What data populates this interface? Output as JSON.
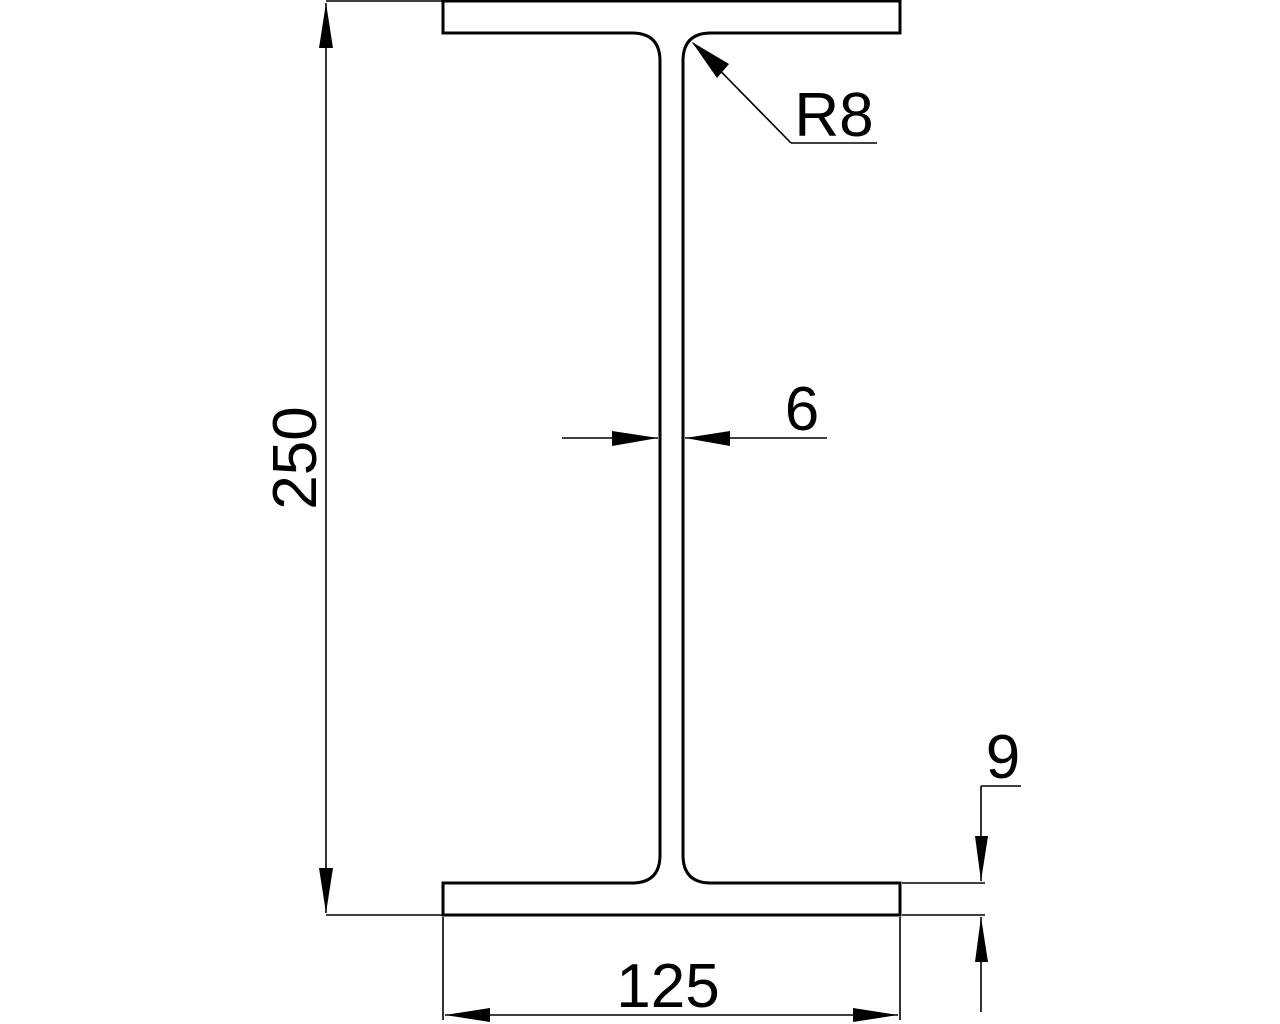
{
  "drawing": {
    "title": "I-beam cross-section",
    "colors": {
      "background": "#ffffff",
      "line": "#000000"
    },
    "dimensions": {
      "height": {
        "label": "250",
        "value": 250,
        "orientation": "vertical"
      },
      "flange_width": {
        "label": "125",
        "value": 125,
        "orientation": "horizontal"
      },
      "web_thickness": {
        "label": "6",
        "value": 6
      },
      "flange_thickness": {
        "label": "9",
        "value": 9
      },
      "fillet_radius": {
        "label": "R8",
        "value": 8
      }
    }
  }
}
